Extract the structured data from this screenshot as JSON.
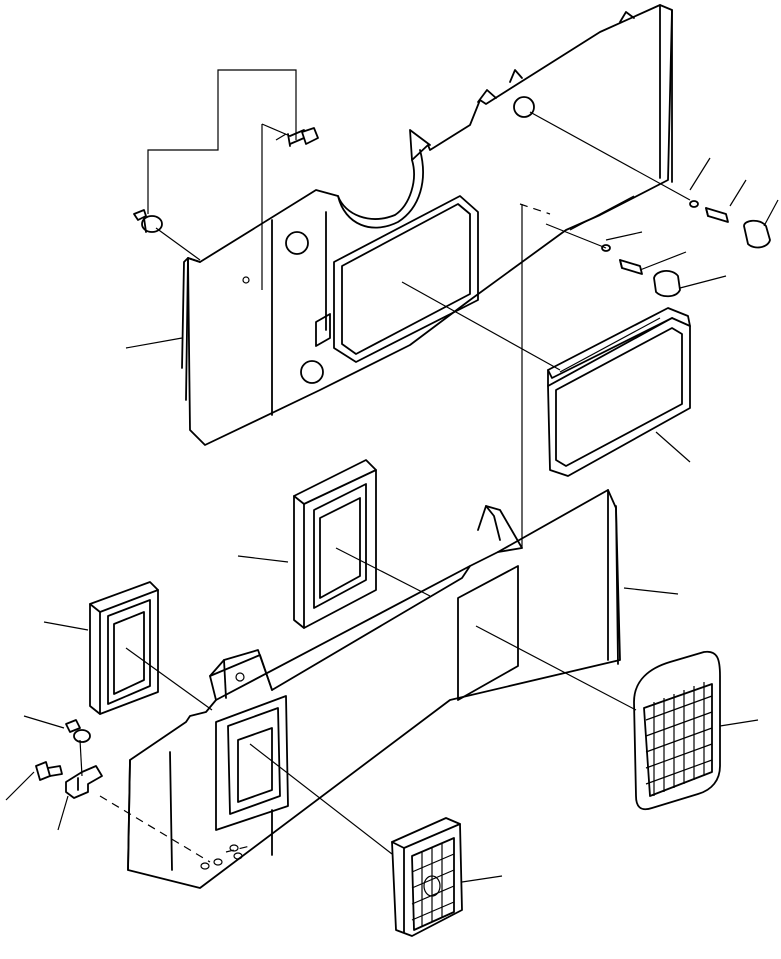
{
  "diagram": {
    "kind": "exploded-parts-drawing",
    "line_color": "#000000",
    "background": "#ffffff",
    "parts": [
      "upper-cover-panel",
      "upper-duct-filter",
      "lower-cover-panel",
      "center-gasket-frame",
      "left-gasket-frame",
      "right-air-grille",
      "lower-air-louver",
      "upper-bolts",
      "right-side-hardware",
      "left-side-clip-hardware"
    ],
    "callout_count": 17
  }
}
